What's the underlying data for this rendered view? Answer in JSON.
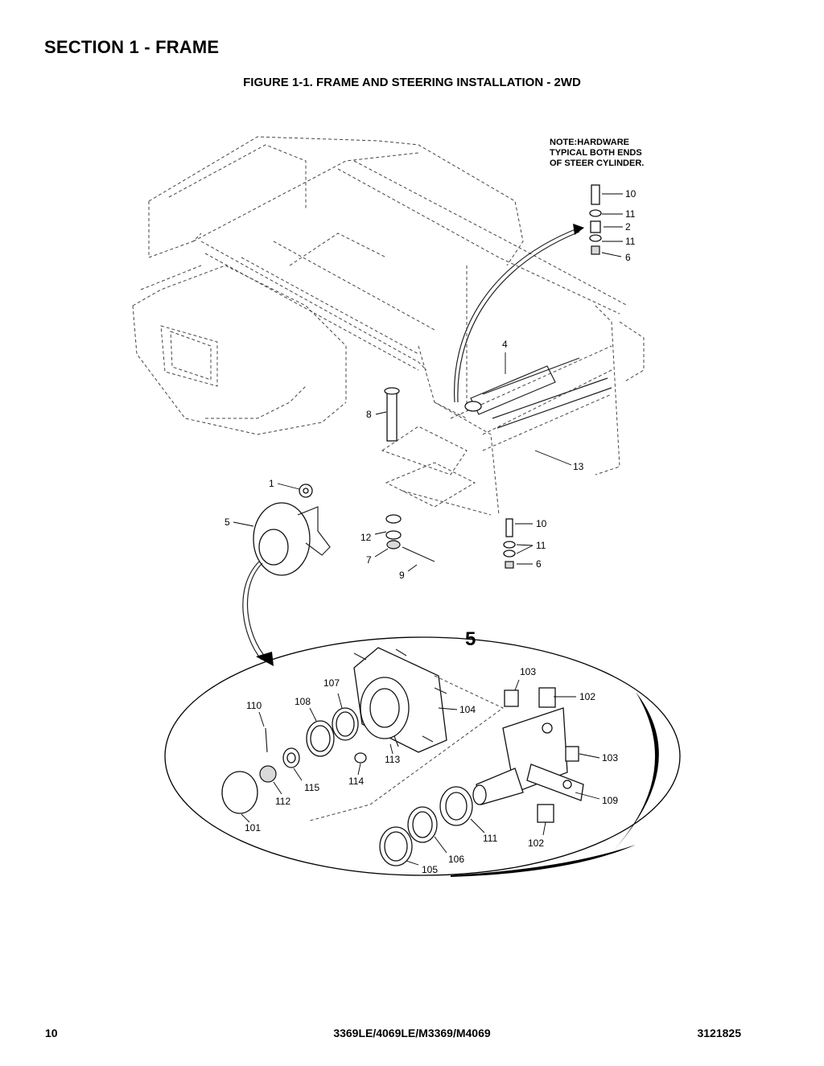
{
  "header": {
    "section_title": "SECTION 1 - FRAME",
    "figure_title": "FIGURE 1-1. FRAME AND STEERING INSTALLATION - 2WD"
  },
  "note": {
    "line1": "NOTE:HARDWARE",
    "line2": "TYPICAL BOTH ENDS",
    "line3": "OF STEER CYLINDER."
  },
  "callouts": {
    "c1": "1",
    "c2": "2",
    "c4": "4",
    "c5": "5",
    "c6a": "6",
    "c6b": "6",
    "c7": "7",
    "c8": "8",
    "c9": "9",
    "c10a": "10",
    "c10b": "10",
    "c11a": "11",
    "c11b": "11",
    "c11c": "11",
    "c12": "12",
    "c13": "13",
    "detail": "5",
    "c101": "101",
    "c102a": "102",
    "c102b": "102",
    "c103a": "103",
    "c103b": "103",
    "c104": "104",
    "c105": "105",
    "c106": "106",
    "c107": "107",
    "c108": "108",
    "c109": "109",
    "c110": "110",
    "c111": "111",
    "c112": "112",
    "c113": "113",
    "c114": "114",
    "c115": "115"
  },
  "footer": {
    "page_number": "10",
    "models": "3369LE/4069LE/M3369/M4069",
    "doc_number": "3121825"
  }
}
